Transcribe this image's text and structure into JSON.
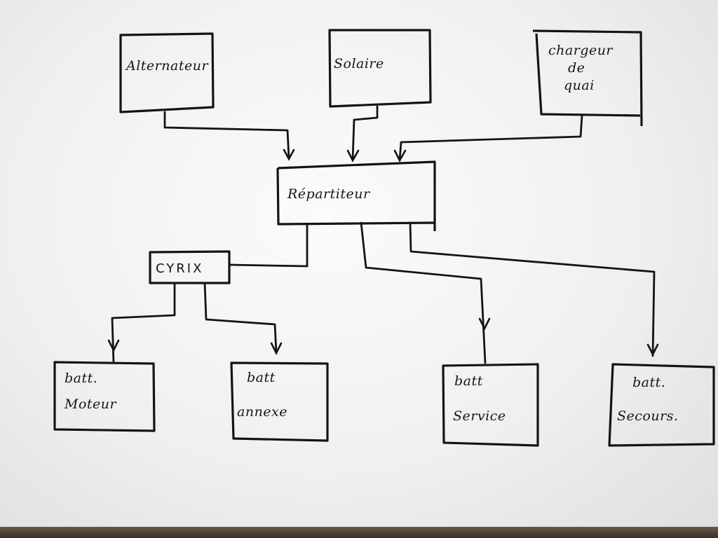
{
  "nodes": {
    "alternateur": {
      "label": "Alternateur"
    },
    "solaire": {
      "label": "Solaire"
    },
    "chargeur": {
      "line1": "chargeur",
      "line2": "de",
      "line3": "quai"
    },
    "repartiteur": {
      "label": "Répartiteur"
    },
    "cyrix": {
      "label": "CYRIX"
    },
    "batt_moteur": {
      "line1": "batt.",
      "line2": "Moteur"
    },
    "batt_annexe": {
      "line1": "batt",
      "line2": "annexe"
    },
    "batt_service": {
      "line1": "batt",
      "line2": "Service"
    },
    "batt_secours": {
      "line1": "batt.",
      "line2": "Secours."
    }
  },
  "colors": {
    "ink": "#141414",
    "paper": "#f6f6f6"
  }
}
